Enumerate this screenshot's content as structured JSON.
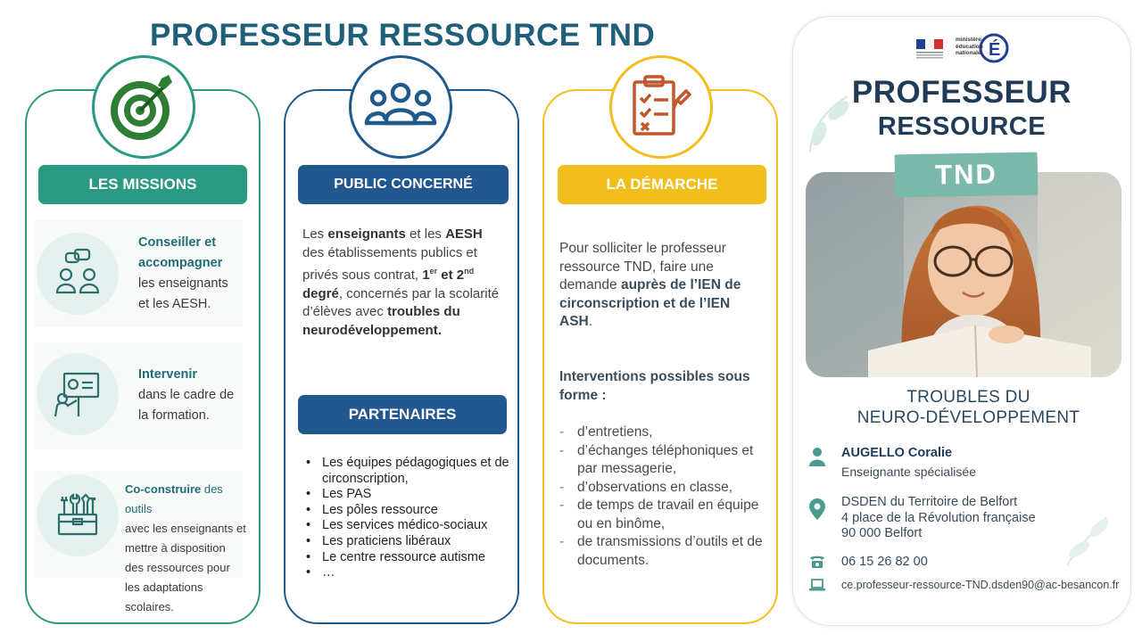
{
  "header": {
    "title": "PROFESSEUR RESSOURCE TND"
  },
  "missions": {
    "heading": "LES MISSIONS",
    "items": [
      {
        "bold": "Conseiller et accompagner",
        "text": "les enseignants et les AESH."
      },
      {
        "bold": "Intervenir",
        "text": "dans le cadre de la formation."
      },
      {
        "bold": "Co-construire",
        "text_mid": " des outils",
        "text": "avec les enseignants et mettre à disposition des ressources pour les adaptations scolaires."
      }
    ]
  },
  "public": {
    "heading": "PUBLIC CONCERNÉ",
    "p1": "Les ",
    "b1": "enseignants",
    "p2": " et les ",
    "b2": "AESH",
    "p3": " des établissements publics et privés sous contrat, ",
    "b3a": "1",
    "sup1": "er",
    "b3b": " et 2",
    "sup2": "nd",
    "b3c": " degré",
    "p4": ", concernés par la scolarité d’élèves avec ",
    "b4": "troubles du neurodéveloppement."
  },
  "partners": {
    "heading": "PARTENAIRES",
    "items": [
      "Les équipes pédagogiques et de circonscription,",
      "Les PAS",
      "Les pôles ressource",
      "Les services médico-sociaux",
      "Les praticiens libéraux",
      "Le centre ressource autisme",
      "…"
    ]
  },
  "demarche": {
    "heading": "LA DÉMARCHE",
    "p1": "Pour solliciter le professeur ressource TND, faire une demande ",
    "b1": "auprès de l’IEN de circonscription et de l’IEN ASH",
    "p2": ".",
    "sub": "Interventions possibles sous forme :",
    "items": [
      "d’entretiens,",
      "d’échanges téléphoniques et par messagerie,",
      "d’observations en classe,",
      "de temps de travail en équipe ou en binôme,",
      "de transmissions d’outils et de documents."
    ]
  },
  "panel": {
    "logo_text": "ministère éducation nationale",
    "title1": "PROFESSEUR",
    "title2": "RESSOURCE",
    "banner": "TND",
    "troubles1": "TROUBLES DU",
    "troubles2": "NEURO-DÉVELOPPEMENT",
    "name": "AUGELLO Coralie",
    "role": "Enseignante spécialisée",
    "addr1": "DSDEN du Territoire de Belfort",
    "addr2": "4 place de la Révolution française",
    "addr3": "90 000 Belfort",
    "phone": "06 15 26 82 00",
    "email": "ce.professeur-ressource-TND.dsden90@ac-besancon.fr"
  },
  "colors": {
    "green": "#2a9a84",
    "blue": "#22578f",
    "yellow": "#f2be1c",
    "navy": "#1f3b57",
    "teal_banner": "#7ab8ac"
  },
  "icons": [
    "target-icon",
    "people-group-icon",
    "clipboard-checklist-icon",
    "chat-people-icon",
    "teacher-board-icon",
    "toolbox-icon",
    "person-icon",
    "location-pin-icon",
    "phone-icon",
    "laptop-icon"
  ]
}
